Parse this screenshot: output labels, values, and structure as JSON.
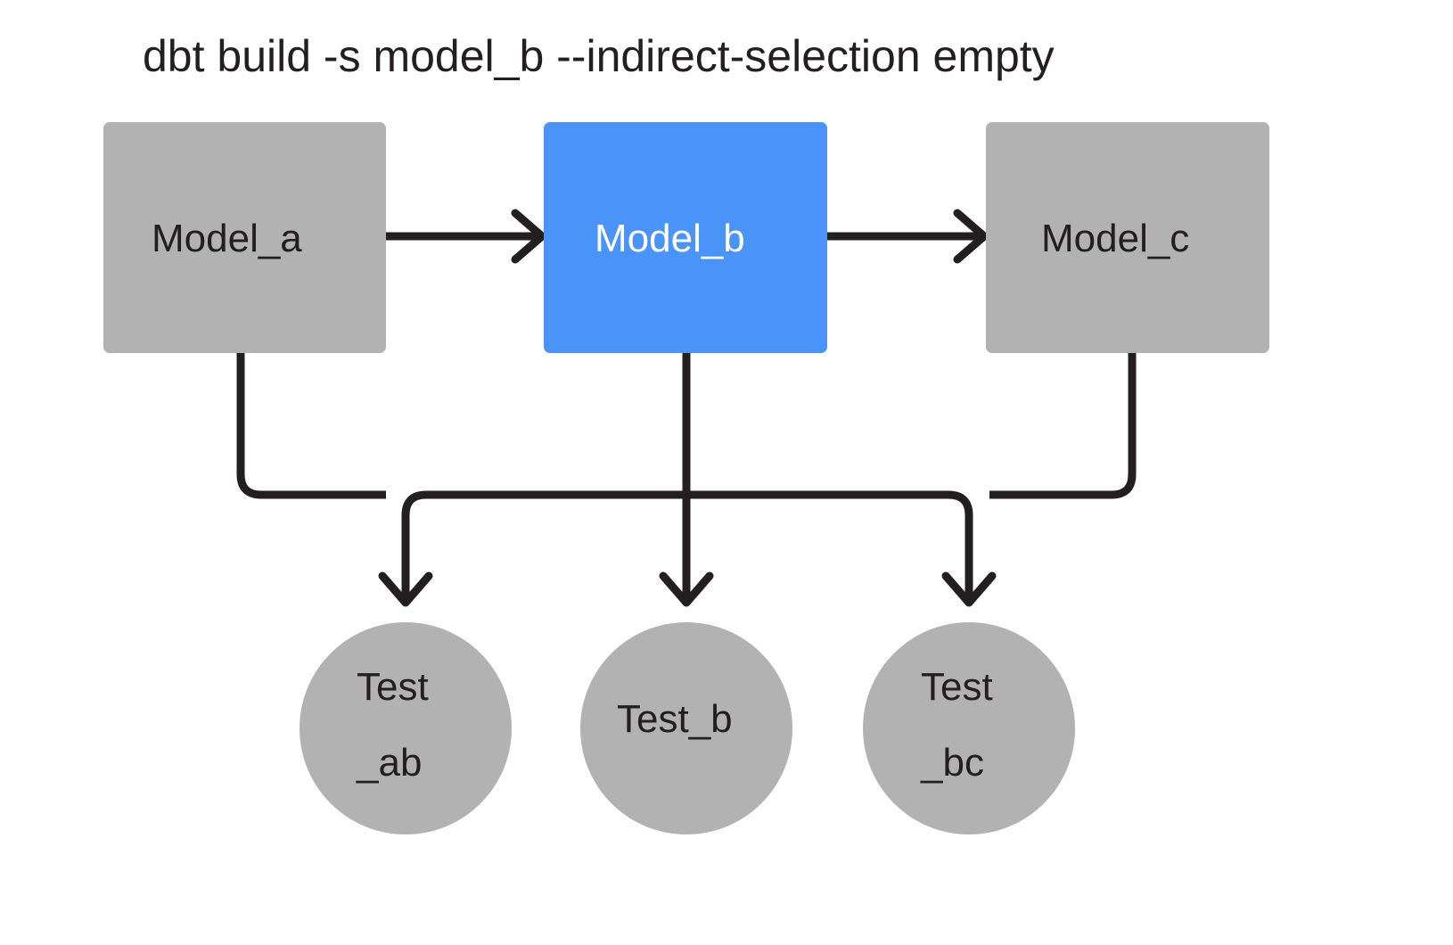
{
  "title": "dbt build -s model_b --indirect-selection empty",
  "colors": {
    "background": "#ffffff",
    "node_gray": "#b2b2b2",
    "node_selected_blue": "#4a93f8",
    "text_dark": "#231f20",
    "text_light": "#ffffff",
    "edge": "#231f20"
  },
  "models": [
    {
      "id": "model_a",
      "label": "Model_a",
      "state": "unselected",
      "fill": "#b2b2b2",
      "text_color": "#231f20"
    },
    {
      "id": "model_b",
      "label": "Model_b",
      "state": "selected",
      "fill": "#4a93f8",
      "text_color": "#ffffff"
    },
    {
      "id": "model_c",
      "label": "Model_c",
      "state": "unselected",
      "fill": "#b2b2b2",
      "text_color": "#231f20"
    }
  ],
  "tests": [
    {
      "id": "test_ab",
      "label_line1": "Test",
      "label_line2": "_ab",
      "state": "unselected",
      "fill": "#b2b2b2"
    },
    {
      "id": "test_b",
      "label_line1": "Test_b",
      "label_line2": "",
      "state": "unselected",
      "fill": "#b2b2b2"
    },
    {
      "id": "test_bc",
      "label_line1": "Test",
      "label_line2": "_bc",
      "state": "unselected",
      "fill": "#b2b2b2"
    }
  ],
  "edges": [
    {
      "id": "edge-model-a-to-model-b",
      "from": "model_a",
      "to": "model_b",
      "kind": "arrow-right"
    },
    {
      "id": "edge-model-b-to-model-c",
      "from": "model_b",
      "to": "model_c",
      "kind": "arrow-right"
    },
    {
      "id": "edge-model-a-to-test-ab",
      "from": "model_a",
      "to": "test_ab",
      "kind": "arrow-down"
    },
    {
      "id": "edge-model-b-to-test-ab",
      "from": "model_b",
      "to": "test_ab",
      "kind": "arrow-down"
    },
    {
      "id": "edge-model-b-to-test-b",
      "from": "model_b",
      "to": "test_b",
      "kind": "arrow-down"
    },
    {
      "id": "edge-model-b-to-test-bc",
      "from": "model_b",
      "to": "test_bc",
      "kind": "arrow-down"
    },
    {
      "id": "edge-model-c-to-test-bc",
      "from": "model_c",
      "to": "test_bc",
      "kind": "arrow-down"
    }
  ]
}
